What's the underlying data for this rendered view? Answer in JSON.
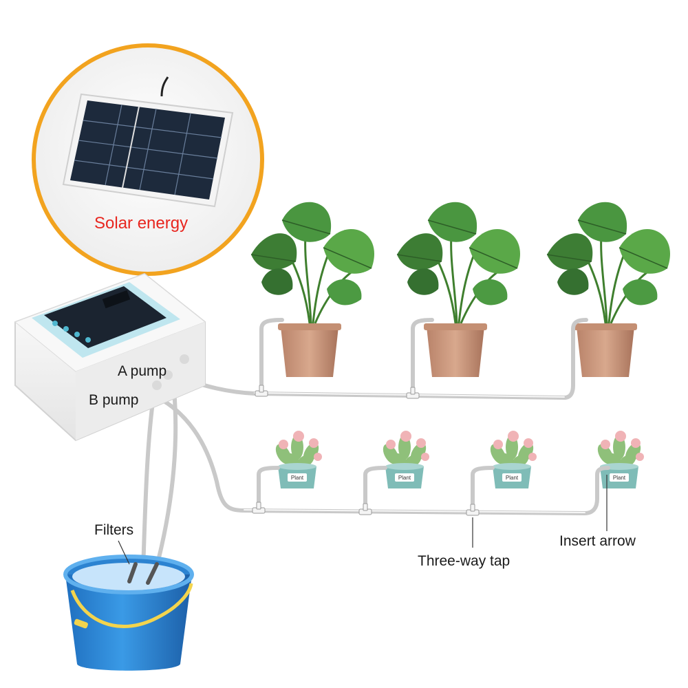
{
  "callout": {
    "label": "Solar energy",
    "icon": "solar-panel-icon",
    "ring_color": "#f2a31f",
    "label_color": "#e8261f"
  },
  "controller": {
    "icon": "controller-icon",
    "port_a_label": "A pump",
    "port_b_label": "B pump"
  },
  "labels": {
    "filters": "Filters",
    "three_way_tap": "Three-way tap",
    "insert_arrow": "Insert arrow"
  },
  "bucket": {
    "icon": "water-bucket-icon",
    "color": "#2f8fd8"
  },
  "pots": {
    "large_tag": "",
    "small_tag": "Plant",
    "large_count": 3,
    "small_count": 4
  }
}
